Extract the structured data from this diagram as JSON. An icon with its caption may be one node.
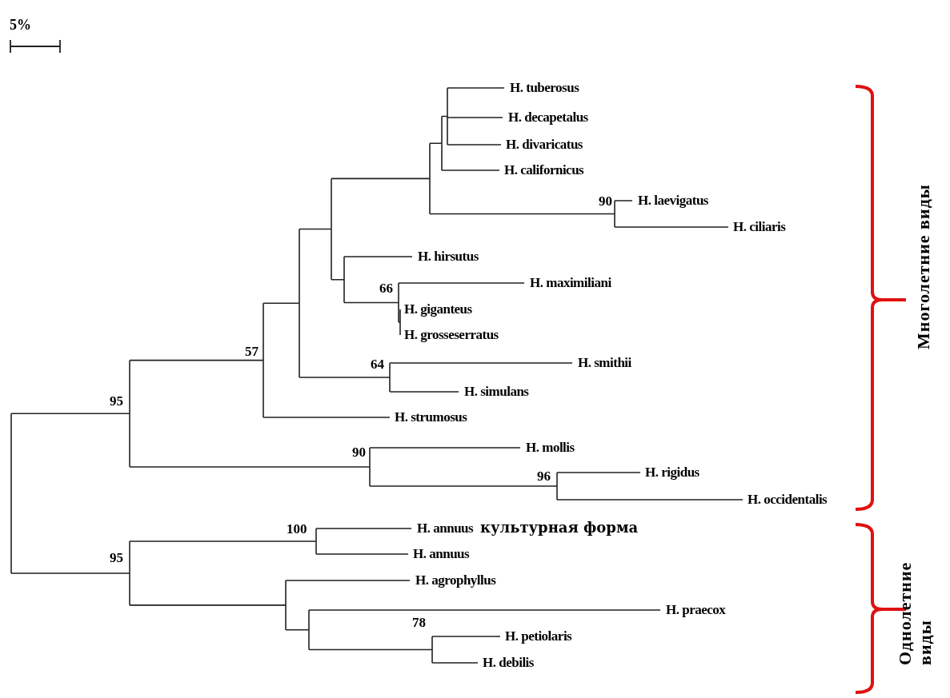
{
  "diagram": {
    "labels": [
      "5%",
      "H. tuberosus",
      "H. decapetalus",
      "H. divaricatus",
      "H. californicus",
      "90",
      "H. laevigatus",
      "H. ciliaris",
      "H. hirsutus",
      "66",
      "H. maximiliani",
      "H. giganteus",
      "H. grosseserratus",
      "57",
      "64",
      "H. smithii",
      "H. simulans",
      "95",
      "H. strumosus",
      "90",
      "H. mollis",
      "96",
      "H. rigidus",
      "H. occidentalis",
      "100",
      "H. annuus",
      "культурная форма",
      "H. annuus",
      "95",
      "H. agrophyllus",
      "H. praecox",
      "78",
      "H. petiolaris",
      "H. debilis",
      "Многолетние виды",
      "Однолетние виды"
    ]
  }
}
